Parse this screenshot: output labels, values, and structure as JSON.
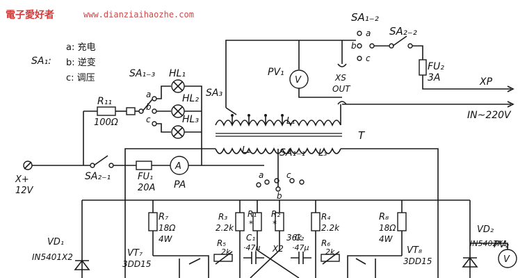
{
  "watermark": {
    "site_name": "電子愛好者",
    "url": "www.dianziaihaozhe.com"
  },
  "legend": {
    "switch": "SA₁:",
    "a": "a: 充电",
    "b": "b: 逆变",
    "c": "c: 调压"
  },
  "switches": {
    "sa1_2": "SA₁₋₂",
    "sa2_2": "SA₂₋₂",
    "sa1_3": "SA₁₋₃",
    "sa1_1": "SA₁₋₁",
    "sa2_1": "SA₂₋₁",
    "sa3": "SA₃",
    "pos_a": "a",
    "pos_b": "b",
    "pos_c": "c"
  },
  "lamps": {
    "hl1": "HL₁",
    "hl2": "HL₂",
    "hl3": "HL₃"
  },
  "fuses": {
    "fu2": "FU₂",
    "fu2_rating": "3A",
    "fu1": "FU₁",
    "fu1_rating": "20A"
  },
  "meters": {
    "pv1": "PV₁",
    "pv1_symbol": "V",
    "pv2": "PV₂",
    "pv2_symbol": "V",
    "pa": "PA",
    "pa_symbol": "A"
  },
  "socket": {
    "xs": "XS",
    "out": "OUT"
  },
  "mains": {
    "xp": "XP",
    "in": "IN~220V"
  },
  "transformer": {
    "t": "T",
    "l1": "L₁",
    "l2": "L₂",
    "l3": "L₃"
  },
  "battery": {
    "xplus": "X+",
    "volt": "12V"
  },
  "resistors": {
    "r11": "R₁₁",
    "r11_val": "100Ω",
    "r7": "R₇",
    "r7_val": "18Ω",
    "r7_pow": "4W",
    "r8": "R₈",
    "r8_val": "18Ω",
    "r8_pow": "4W",
    "r3": "R₃",
    "r3_val": "2.2k",
    "r4": "R₄",
    "r4_val": "2.2k",
    "r1": "R₁",
    "r1_val": "*",
    "r2": "R₂",
    "r2_val": "*",
    "r5": "R₅",
    "r5_val": "2k",
    "r6": "R₆",
    "r6_val": "2k"
  },
  "capacitors": {
    "c1": "C₁",
    "c1_val": "·47μ",
    "c2": "C₂",
    "c2_val": "·47μ"
  },
  "misc": {
    "k36": "36k",
    "x2": "X2"
  },
  "transistors": {
    "vt7": "VT₇",
    "vt7_type": "3DD15",
    "vt8": "VT₈",
    "vt8_type": "3DD15"
  },
  "diodes": {
    "vd1": "VD₁",
    "vd1_type": "IN5401X2",
    "vd2": "VD₂",
    "vd2_type": "IN5402X1"
  }
}
